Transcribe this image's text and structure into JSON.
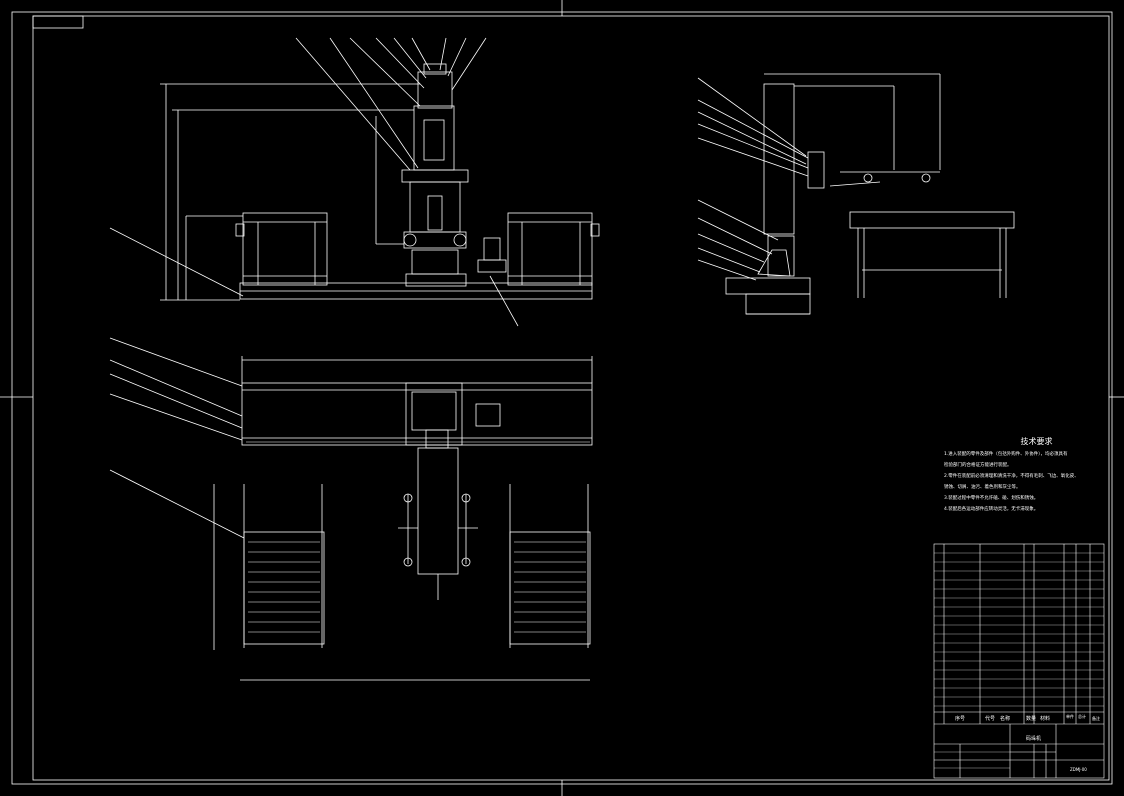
{
  "notes": {
    "title": "技术要求",
    "lines": [
      "1.进入装配的零件及部件（包括外购件、外协件），均必须具有",
      "检验部门的合格证方能进行装配。",
      "2.零件在装配前必须清理和清洗干净，不得有毛刺、飞边、氧化皮、",
      "锈蚀、切屑、油污、着色剂和灰尘等。",
      "3.装配过程中零件不允许磕、碰、划伤和锈蚀。",
      "4.装配后各运动部件应转动灵活，无卡滞现象。"
    ]
  },
  "title_block": {
    "name": "码垛机",
    "drawing_no": "ZDMJ-00",
    "header_labels": [
      "序号",
      "代号",
      "名称",
      "数量",
      "材料",
      "单件",
      "总计",
      "备注"
    ]
  },
  "colors": {
    "background": "#000000",
    "line": "#ffffff"
  }
}
